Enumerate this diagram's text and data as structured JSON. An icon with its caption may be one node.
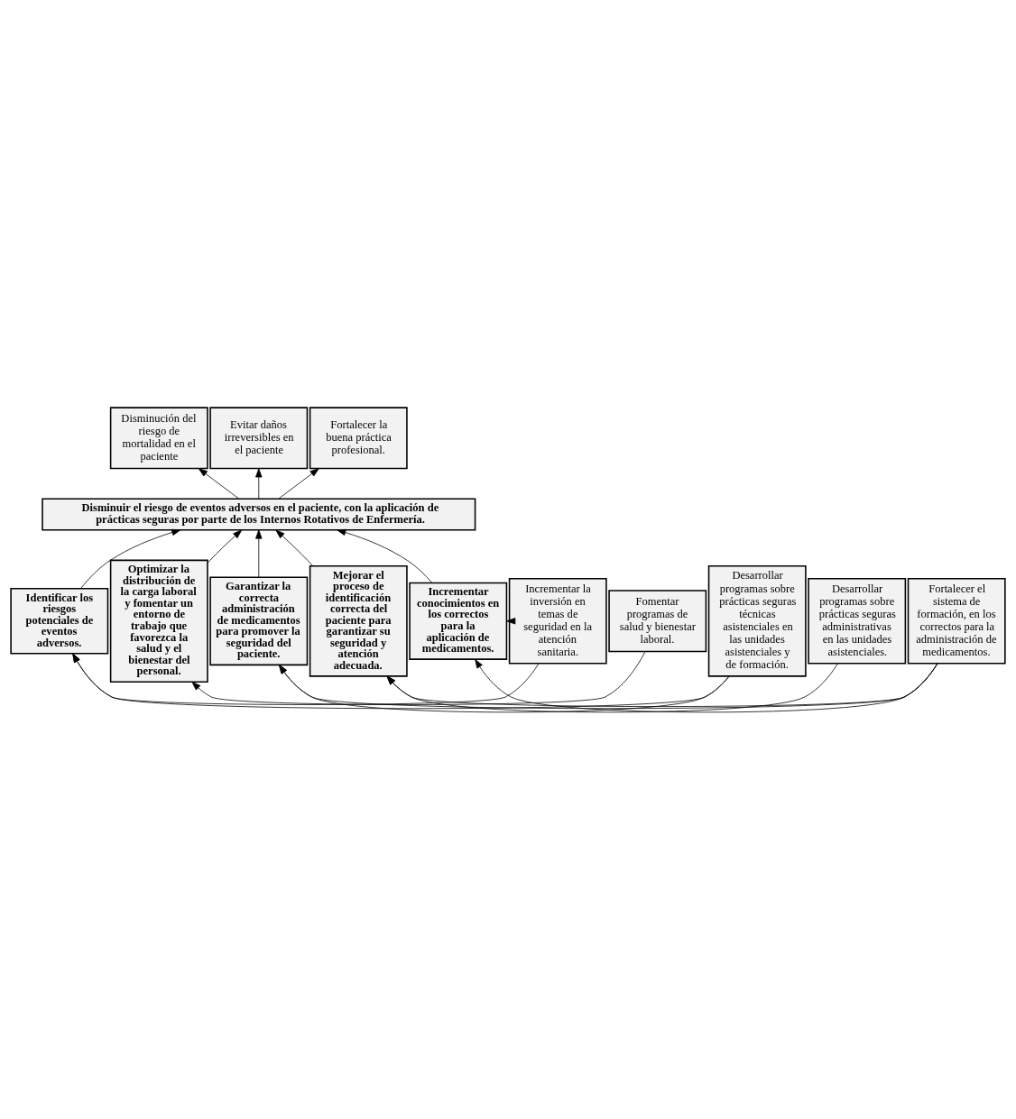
{
  "diagram": {
    "nodes": [
      {
        "text": [
          "Disminución del riesgo de mortalidad en el paciente"
        ]
      },
      {
        "text": [
          "Evitar daños irreversibles en el paciente"
        ]
      },
      {
        "text": [
          "Fortalecer la buena práctica profesional."
        ]
      },
      {
        "text": [
          "Disminuir el riesgo de eventos adversos en el paciente, con la aplicación de prácticas seguras por parte de los Internos Rotativos de Enfermería."
        ]
      },
      {
        "text": [
          "Identificar los riesgos potenciales de eventos adversos."
        ]
      },
      {
        "text": [
          "Optimizar la distribución de la carga laboral y fomentar un entorno de trabajo que favorezca la salud y el bienestar del personal."
        ]
      },
      {
        "text": [
          "Garantizar la correcta administración de medicamentos para promover la seguridad del paciente."
        ]
      },
      {
        "text": [
          "Mejorar el proceso de identificación correcta del paciente para garantizar su seguridad y atención adecuada."
        ]
      },
      {
        "text": [
          "Incrementar conocimientos en los correctos para la aplicación de medicamentos."
        ]
      },
      {
        "text": [
          "Incrementar la inversión en temas de seguridad en la atención sanitaria."
        ]
      },
      {
        "text": [
          "Fomentar programas de salud y bienestar laboral."
        ]
      },
      {
        "text": [
          "Desarrollar programas sobre prácticas seguras técnicas asistenciales en las unidades asistenciales y de formación."
        ]
      },
      {
        "text": [
          "Desarrollar programas sobre prácticas seguras administrativas en las unidades asistenciales."
        ]
      },
      {
        "text": [
          "Fortalecer el sistema de formación, en los correctos para la administración de medicamentos."
        ]
      }
    ],
    "edges": [
      {
        "from": 3,
        "to": 0,
        "arrow": "to"
      },
      {
        "from": 3,
        "to": 1,
        "arrow": "to"
      },
      {
        "from": 3,
        "to": 2,
        "arrow": "to"
      },
      {
        "from": 4,
        "to": 3,
        "arrow": "to"
      },
      {
        "from": 5,
        "to": 3,
        "arrow": "to"
      },
      {
        "from": 6,
        "to": 3,
        "arrow": "to"
      },
      {
        "from": 7,
        "to": 3,
        "arrow": "to"
      },
      {
        "from": 8,
        "to": 3,
        "arrow": "to"
      },
      {
        "from": 9,
        "to": 4,
        "arrow": "to"
      },
      {
        "from": 11,
        "to": 4,
        "arrow": "to"
      },
      {
        "from": 10,
        "to": 5,
        "arrow": "to"
      },
      {
        "from": 11,
        "to": 6,
        "arrow": "to"
      },
      {
        "from": 13,
        "to": 6,
        "arrow": "to"
      },
      {
        "from": 12,
        "to": 7,
        "arrow": "to"
      },
      {
        "from": 13,
        "to": 7,
        "arrow": "to"
      },
      {
        "from": 9,
        "to": 8,
        "arrow": "to"
      },
      {
        "from": 13,
        "to": 8,
        "arrow": "to"
      }
    ]
  }
}
